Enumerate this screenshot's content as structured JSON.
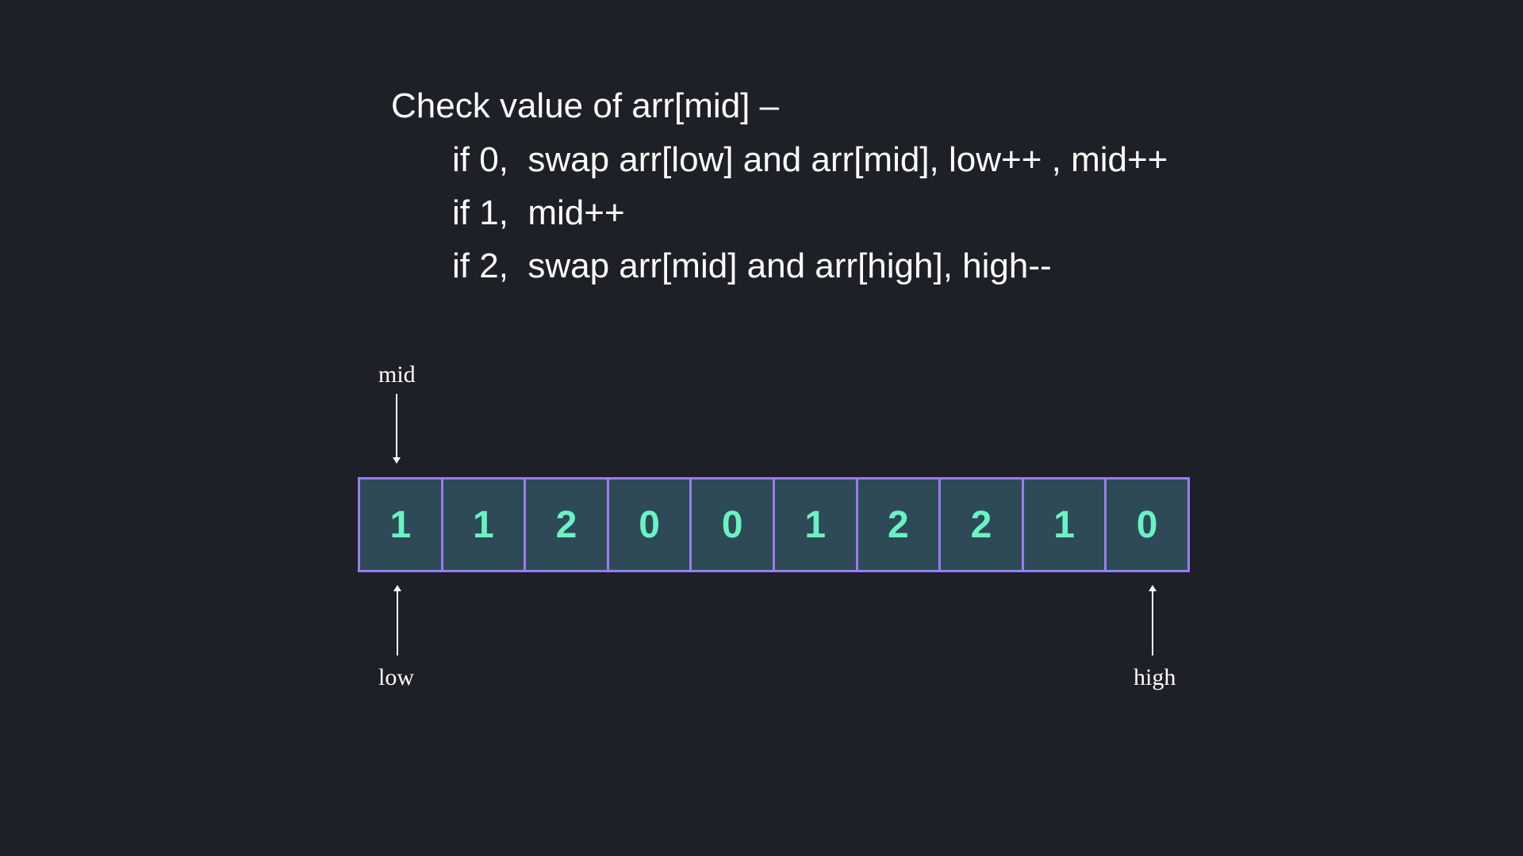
{
  "rules": {
    "title": "Check value of arr[mid] –",
    "case0": "if 0,  swap arr[low] and arr[mid], low++ , mid++",
    "case1": "if 1,  mid++",
    "case2": "if 2,  swap arr[mid] and arr[high], high--"
  },
  "array": {
    "values": [
      "1",
      "1",
      "2",
      "0",
      "0",
      "1",
      "2",
      "2",
      "1",
      "0"
    ]
  },
  "pointers": {
    "mid": "mid",
    "low": "low",
    "high": "high"
  },
  "colors": {
    "background": "#1e2027",
    "cell_fill": "#2e4a56",
    "cell_border": "#9b7cf0",
    "cell_text": "#6af2c4",
    "text": "#ffffff"
  }
}
